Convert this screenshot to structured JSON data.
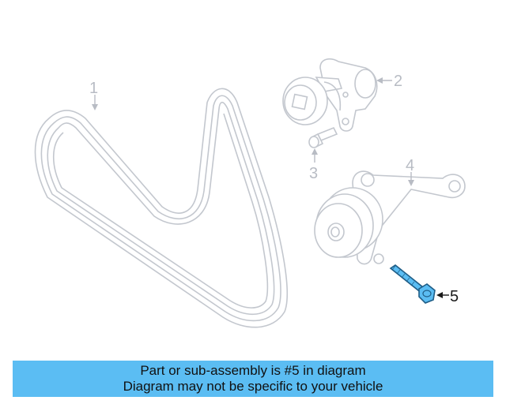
{
  "diagram": {
    "callouts": [
      {
        "number": "1"
      },
      {
        "number": "2"
      },
      {
        "number": "3"
      },
      {
        "number": "4"
      },
      {
        "number": "5"
      }
    ],
    "highlighted_part": "5",
    "colors": {
      "line": "#c9cdd4",
      "line_dark": "#b3b8c0",
      "highlight": "#5bbdf3",
      "highlight_outline": "#1f5d86",
      "banner": "#5bbdf3"
    }
  },
  "footer": {
    "line1": "Part or sub-assembly is #5 in diagram",
    "line2": "Diagram may not be specific to your vehicle"
  }
}
